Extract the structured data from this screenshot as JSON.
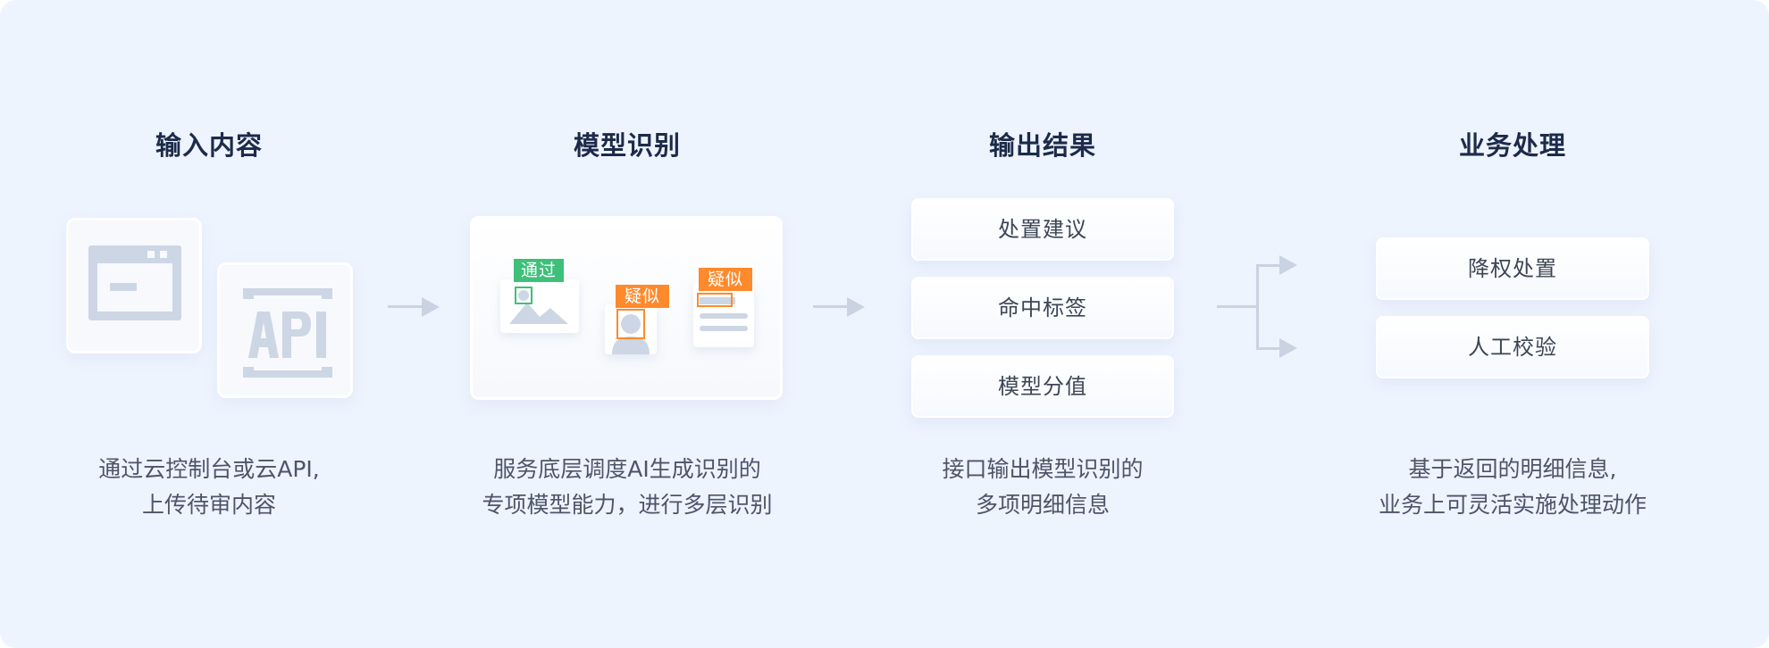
{
  "steps": [
    {
      "title": "输入内容",
      "desc_lines": [
        "通过云控制台或云API,",
        "上传待审内容"
      ],
      "icons": [
        "window-icon",
        "api-icon"
      ]
    },
    {
      "title": "模型识别",
      "desc_lines": [
        "服务底层调度AI生成识别的",
        "专项模型能力，进行多层识别"
      ],
      "tags": {
        "pass": "通过",
        "suspect1": "疑似",
        "suspect2": "疑似"
      }
    },
    {
      "title": "输出结果",
      "desc_lines": [
        "接口输出模型识别的",
        "多项明细信息"
      ],
      "items": [
        "处置建议",
        "命中标签",
        "模型分值"
      ]
    },
    {
      "title": "业务处理",
      "desc_lines": [
        "基于返回的明细信息,",
        "业务上可灵活实施处理动作"
      ],
      "items": [
        "降权处置",
        "人工校验"
      ]
    }
  ],
  "colors": {
    "background": "#eef4fe",
    "title": "#1d2b4a",
    "text": "#4c5569",
    "icon_gray": "#cdd6e4",
    "arrow": "#c9d3e2",
    "pass_green": "#3ec07a",
    "suspect_orange": "#ff8a2b"
  }
}
